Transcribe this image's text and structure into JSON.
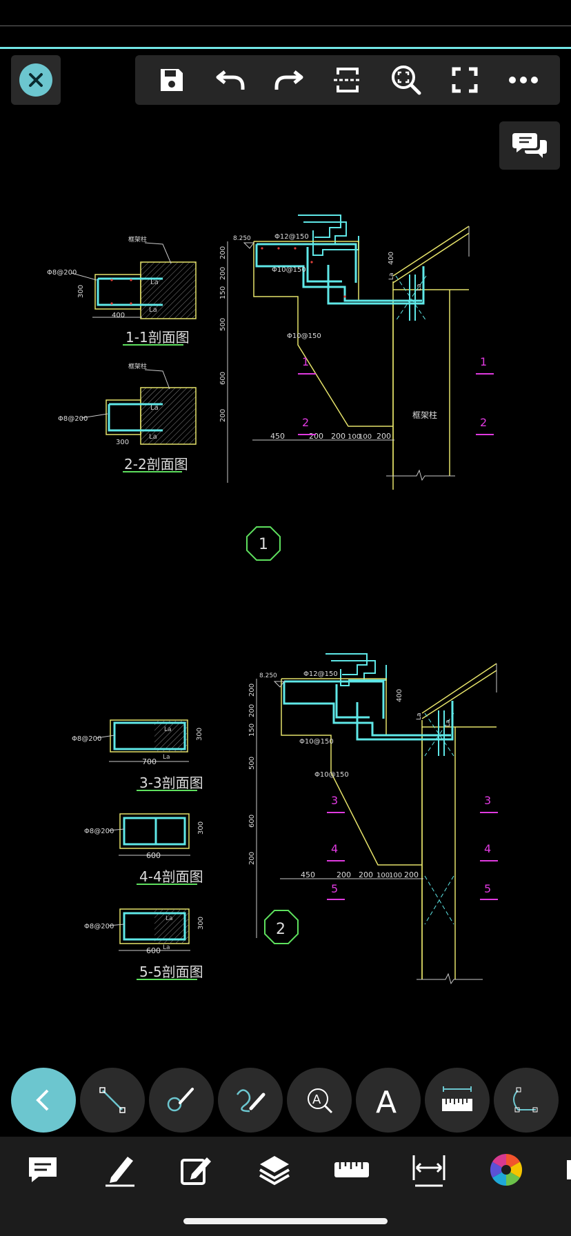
{
  "toolbar": {
    "icons": [
      "close-icon",
      "save-icon",
      "undo-icon",
      "redo-icon",
      "section-icon",
      "zoom-window-icon",
      "fullscreen-icon",
      "more-icon"
    ]
  },
  "drawing": {
    "title_1_1": "1-1剖面图",
    "title_2_2": "2-2剖面图",
    "title_3_3": "3-3剖面图",
    "title_4_4": "4-4剖面图",
    "title_5_5": "5-5剖面图",
    "label_column": "框架柱",
    "label_kuangjiazhu_small": "框架柱",
    "rebar_8_200": "Φ8@200",
    "rebar_12_150": "Φ12@150",
    "rebar_10_150": "Φ10@150",
    "elev": "8.250",
    "la": "La",
    "dims_top": [
      "200",
      "200",
      "150",
      "500",
      "600",
      "200"
    ],
    "dims_bottom": [
      "450",
      "200",
      "200",
      "100",
      "100",
      "200"
    ],
    "dim_400": "400",
    "dim_300": "300",
    "dim_700": "700",
    "dim_600": "600",
    "section_marks": [
      "1",
      "2",
      "3",
      "4",
      "5"
    ],
    "detail_1": "1",
    "detail_2": "2"
  },
  "tools": [
    "back-arrow",
    "line-tool",
    "brush-tool",
    "freehand-tool",
    "text-search-tool",
    "text-tool",
    "measure-tool",
    "polyline-tool"
  ],
  "bottom": [
    "comment-icon",
    "pencil-icon",
    "edit-icon",
    "layers-icon",
    "ruler-icon",
    "dimension-icon",
    "color-wheel-icon"
  ],
  "colors": {
    "accent": "#6cc6cf",
    "cyan": "#5fe8e8",
    "yellow": "#e6e36a",
    "magenta": "#e03ae0",
    "green": "#5ee05e"
  }
}
